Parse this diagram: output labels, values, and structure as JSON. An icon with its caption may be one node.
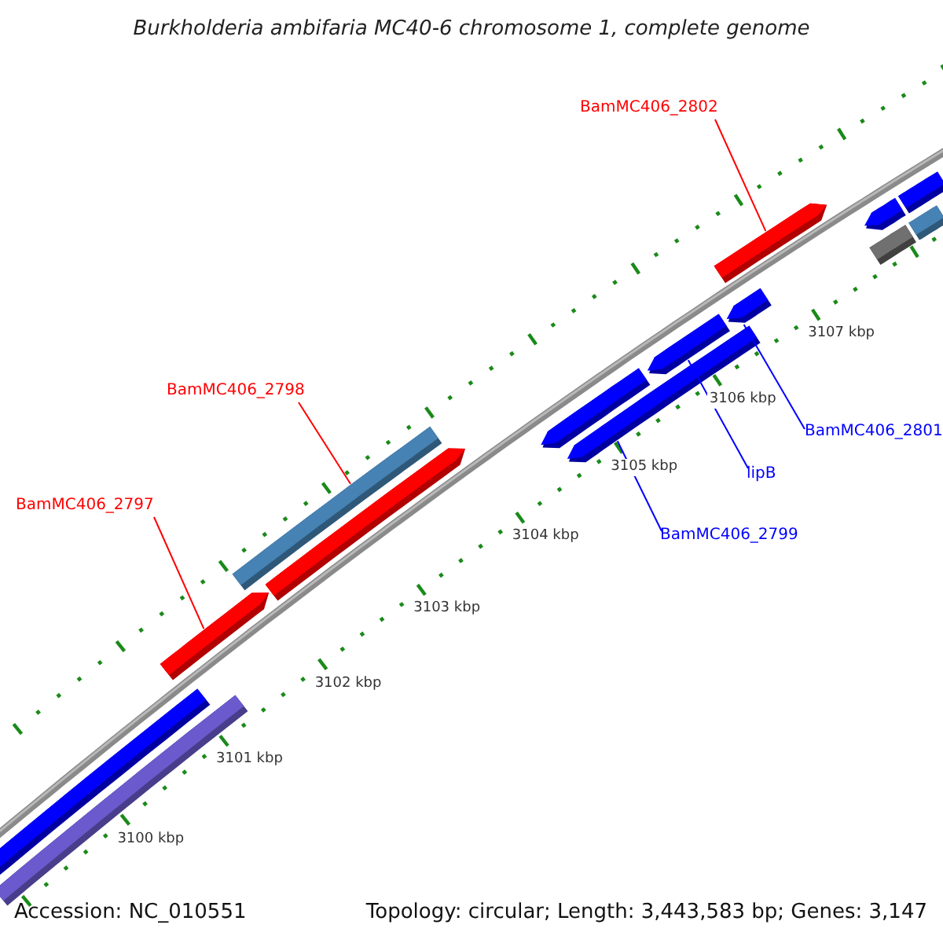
{
  "diagram": {
    "title": "Burkholderia ambifaria MC40-6 chromosome 1, complete genome",
    "nodes": [
      {
        "text": [
          "BamMC406_2802"
        ]
      },
      {
        "text": [
          "BamMC406_2798"
        ]
      },
      {
        "text": [
          "BamMC406_2801"
        ]
      },
      {
        "text": [
          "lipB"
        ]
      },
      {
        "text": [
          "BamMC406_2797"
        ]
      },
      {
        "text": [
          "BamMC406_2799"
        ]
      },
      {
        "text": [],
        "shape": "bar"
      },
      {
        "text": [],
        "shape": "bar"
      },
      {
        "text": [],
        "shape": "bar"
      },
      {
        "text": [],
        "shape": "bar"
      },
      {
        "text": [],
        "shape": "bar"
      },
      {
        "text": [],
        "shape": "bar"
      },
      {
        "text": [],
        "shape": "bar"
      },
      {
        "text": [],
        "shape": "bar"
      },
      {
        "text": [],
        "shape": "bar"
      },
      {
        "text": [],
        "shape": "bar"
      },
      {
        "text": [],
        "shape": "bar"
      },
      {
        "text": [],
        "shape": "bar"
      },
      {
        "text": [],
        "shape": "bar"
      },
      {
        "text": [],
        "shape": "bar"
      }
    ],
    "edges": [
      {
        "from": 0,
        "to": 15,
        "arrow": "none",
        "color": "#ff0000"
      },
      {
        "from": 1,
        "to": 9,
        "arrow": "none",
        "color": "#ff0000"
      },
      {
        "from": 2,
        "to": 14,
        "arrow": "none",
        "color": "#0000ff"
      },
      {
        "from": 3,
        "to": 12,
        "arrow": "none",
        "color": "#0000ff"
      },
      {
        "from": 4,
        "to": 8,
        "arrow": "none",
        "color": "#ff0000"
      },
      {
        "from": 5,
        "to": 13,
        "arrow": "none",
        "color": "#0000ff"
      }
    ],
    "labels": [
      "3100 kbp",
      "3101 kbp",
      "3102 kbp",
      "3103 kbp",
      "3104 kbp",
      "3105 kbp",
      "3106 kbp",
      "3107 kbp",
      "Accession: NC_010551",
      "Topology: circular; Length: 3,443,583 bp; Genes: 3,147"
    ]
  }
}
